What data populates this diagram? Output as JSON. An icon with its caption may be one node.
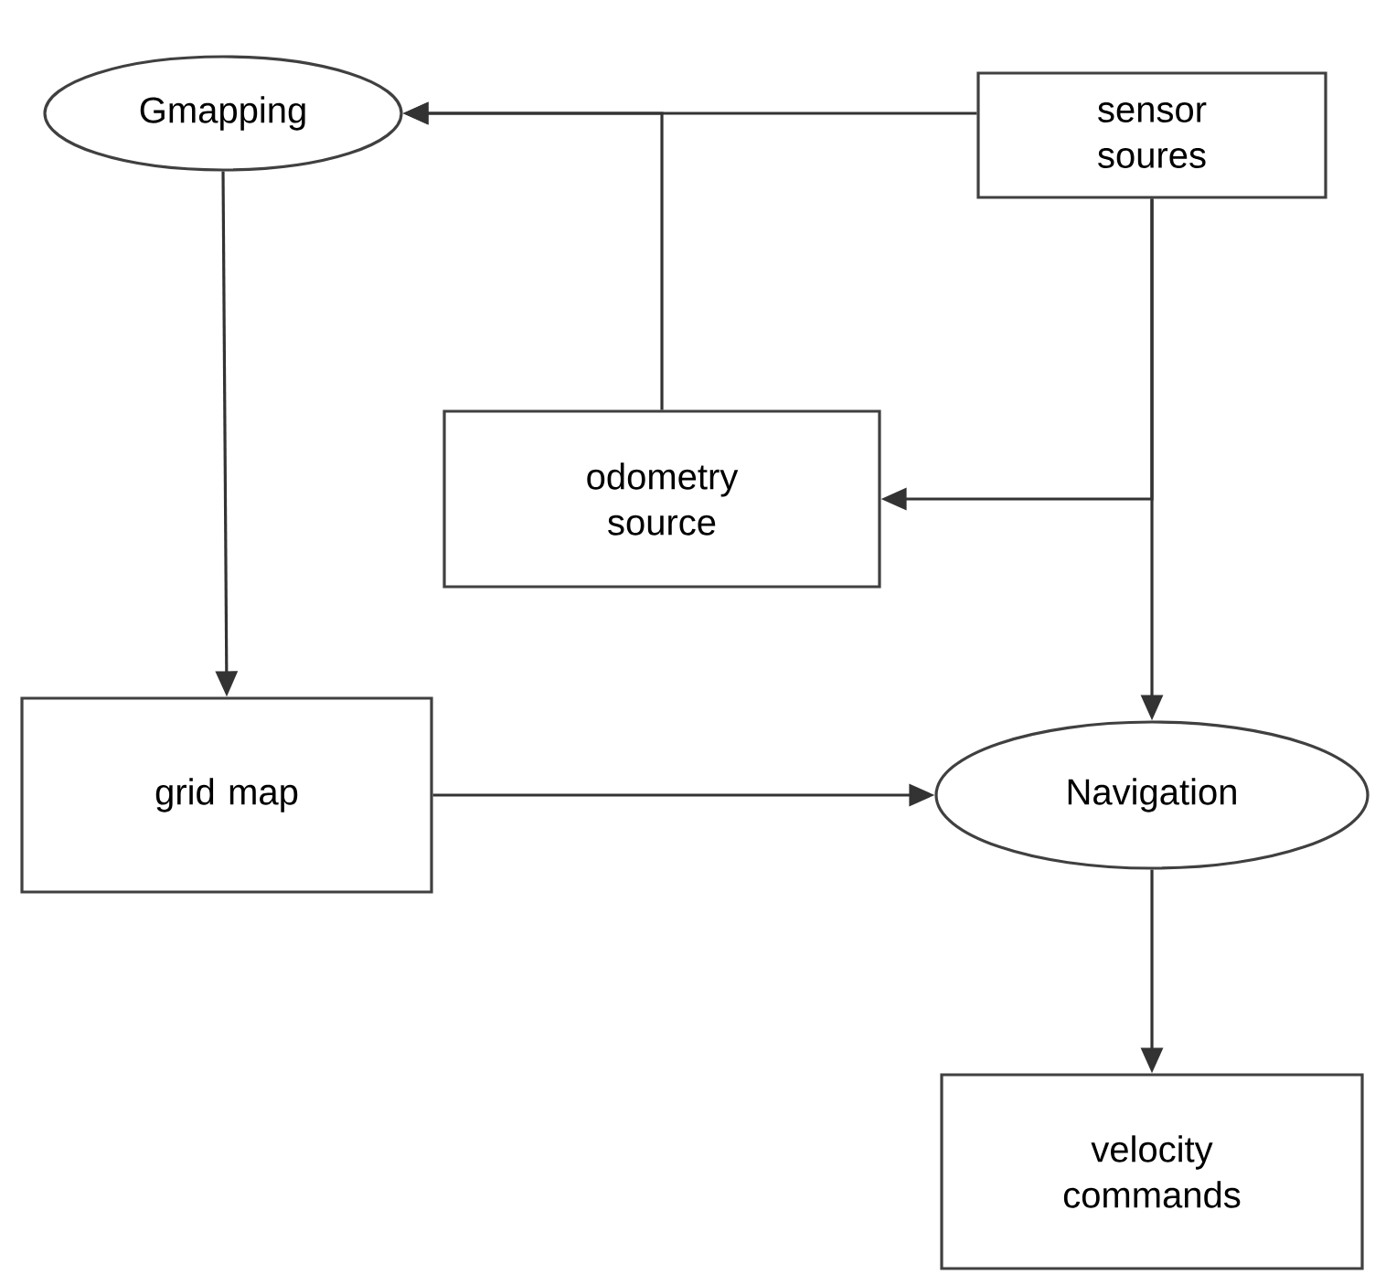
{
  "diagram": {
    "nodes": [
      {
        "text": [
          "Gmapping"
        ]
      },
      {
        "text": [
          "sensor soures"
        ]
      },
      {
        "text": [
          "odometry source"
        ]
      },
      {
        "text": [
          "grid map"
        ]
      },
      {
        "text": [
          "Navigation"
        ]
      },
      {
        "text": [
          "velocity commands"
        ]
      }
    ],
    "edges": [
      {
        "from": 1,
        "to": 0,
        "arrow": "to"
      },
      {
        "from": 2,
        "to": 0,
        "arrow": "to"
      },
      {
        "from": 1,
        "to": 2,
        "arrow": "to"
      },
      {
        "from": 1,
        "to": 4,
        "arrow": "to"
      },
      {
        "from": 0,
        "to": 3,
        "arrow": "to"
      },
      {
        "from": 3,
        "to": 4,
        "arrow": "to"
      },
      {
        "from": 4,
        "to": 5,
        "arrow": "to"
      }
    ]
  }
}
